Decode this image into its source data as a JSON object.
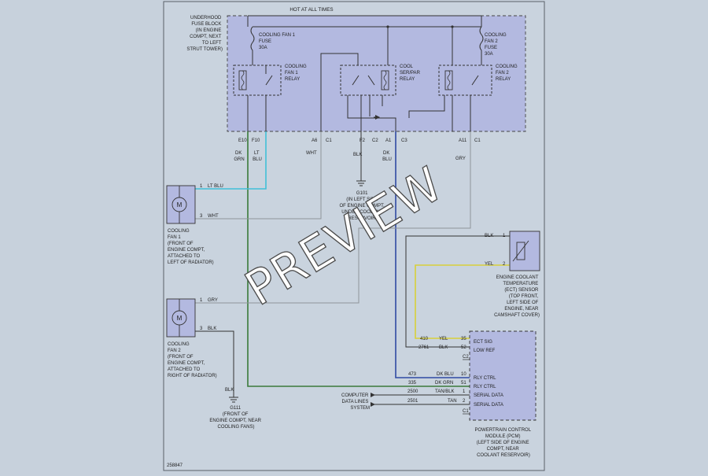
{
  "colors": {
    "background": "#c7d1dc",
    "page": "#c9d3de",
    "component_fill": "#b3b9e0",
    "wire_lt_blu": "#41c0d8",
    "wire_dk_grn": "#3a7a3a",
    "wire_dk_blu": "#2f4aa3",
    "wire_yel": "#d8d03a",
    "wire_gray": "#8e9499",
    "wire_black": "#333333"
  },
  "top_bus_label": "HOT AT ALL TIMES",
  "fuse_block": {
    "label": [
      "UNDERHOOD",
      "FUSE BLOCK",
      "(IN ENGINE",
      "COMPT, NEXT",
      "TO LEFT",
      "STRUT TOWER)"
    ],
    "fuse1": [
      "COOLING FAN 1",
      "FUSE",
      "30A"
    ],
    "fuse2": [
      "COOLING",
      "FAN 2",
      "FUSE",
      "30A"
    ],
    "relay1": [
      "COOLING",
      "FAN 1",
      "RELAY"
    ],
    "relay_cool": [
      "COOL",
      "SER/PAR",
      "RELAY"
    ],
    "relay2": [
      "COOLING",
      "FAN 2",
      "RELAY"
    ]
  },
  "terminals": {
    "t_e10": "E10",
    "t_f10": "F10",
    "t_a6": "A6",
    "t_c1a": "C1",
    "t_f2": "F2",
    "t_c2a": "C2",
    "t_a1": "A1",
    "t_c3": "C3",
    "t_a11": "A11",
    "t_c1b": "C1"
  },
  "wire_labels": {
    "dk_grn": [
      "DK",
      "GRN"
    ],
    "lt_blu": [
      "LT",
      "BLU"
    ],
    "wht": "WHT",
    "blk": "BLK",
    "dk_blu": [
      "DK",
      "BLU"
    ],
    "gry": "GRY"
  },
  "ground_g101": [
    "G101",
    "(IN LEFT SIDE",
    "OF ENGINE COMPT,",
    "UNDER COOLANT",
    "RESERVOIR)"
  ],
  "fan1": {
    "pin1": "1",
    "pin1_wire": "LT BLU",
    "pin3": "3",
    "pin3_wire": "WHT",
    "motor": "M",
    "label": [
      "COOLING",
      "FAN 1",
      "(FRONT OF",
      "ENGINE COMPT,",
      "ATTACHED TO",
      "LEFT OF RADIATOR)"
    ]
  },
  "fan2": {
    "pin1": "1",
    "pin1_wire": "GRY",
    "pin3": "3",
    "pin3_wire": "BLK",
    "motor": "M",
    "label": [
      "COOLING",
      "FAN 2",
      "(FRONT OF",
      "ENGINE COMPT,",
      "ATTACHED TO",
      "RIGHT OF RADIATOR)"
    ]
  },
  "ground_g111": {
    "wire": "BLK",
    "label": [
      "G111",
      "(FRONT OF",
      "ENGINE COMPT, NEAR",
      "COOLING FANS)"
    ]
  },
  "ect_sensor": {
    "pin1": "1",
    "pin1_wire": "BLK",
    "pin2": "2",
    "pin2_wire": "YEL",
    "label": [
      "ENGINE COOLANT",
      "TEMPERATURE",
      "(ECT) SENSOR",
      "(TOP FRONT,",
      "LEFT SIDE OF",
      "ENGINE, NEAR",
      "CAMSHAFT COVER)"
    ]
  },
  "pcm": {
    "rows": [
      {
        "circuit": "410",
        "color": "YEL",
        "pin": "35",
        "name": "ECT SIG"
      },
      {
        "circuit": "2761",
        "color": "BLK",
        "pin": "52",
        "name": "LOW REF"
      },
      {
        "circuit": "473",
        "color": "DK BLU",
        "pin": "10",
        "name": "RLY CTRL"
      },
      {
        "circuit": "335",
        "color": "DK GRN",
        "pin": "51",
        "name": "RLY CTRL"
      },
      {
        "circuit": "2500",
        "color": "TAN/BLK",
        "pin": "1",
        "name": "SERIAL DATA"
      },
      {
        "circuit": "2501",
        "color": "TAN",
        "pin": "2",
        "name": "SERIAL DATA"
      }
    ],
    "conn_c2": "C2",
    "conn_c1": "C1",
    "label": [
      "POWERTRAIN CONTROL",
      "MODULE (PCM)",
      "(LEFT SIDE OF ENGINE",
      "COMPT, NEAR",
      "COOLANT RESERVOIR)"
    ]
  },
  "computer_data_lines": [
    "COMPUTER",
    "DATA LINES",
    "SYSTEM"
  ],
  "figure_id": "258847",
  "watermark": "PREVIEW"
}
